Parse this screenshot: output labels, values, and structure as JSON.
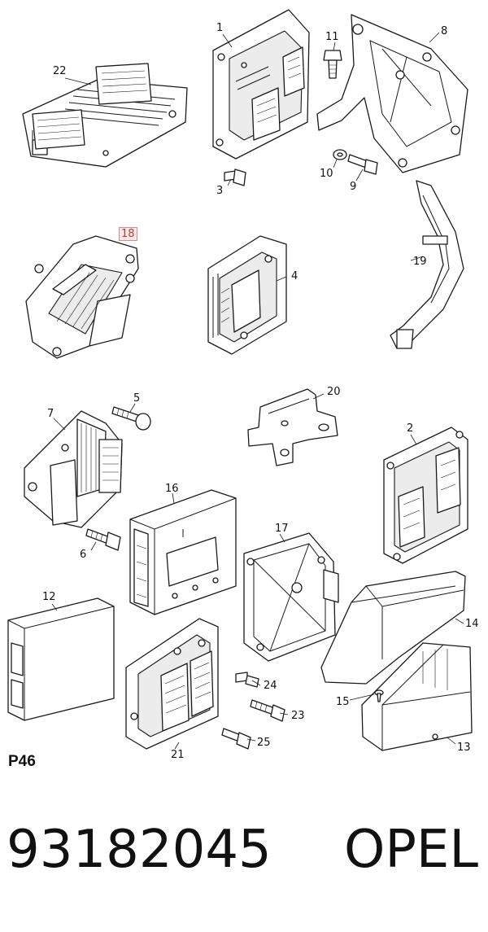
{
  "diagram": {
    "highlighted_part": "18",
    "parts": [
      {
        "id": "p1",
        "label": "1"
      },
      {
        "id": "p2",
        "label": "2"
      },
      {
        "id": "p3",
        "label": "3"
      },
      {
        "id": "p4",
        "label": "4"
      },
      {
        "id": "p5",
        "label": "5"
      },
      {
        "id": "p6",
        "label": "6"
      },
      {
        "id": "p7",
        "label": "7"
      },
      {
        "id": "p8",
        "label": "8"
      },
      {
        "id": "p9",
        "label": "9"
      },
      {
        "id": "p10",
        "label": "10"
      },
      {
        "id": "p11",
        "label": "11"
      },
      {
        "id": "p12",
        "label": "12"
      },
      {
        "id": "p13",
        "label": "13"
      },
      {
        "id": "p14",
        "label": "14"
      },
      {
        "id": "p15",
        "label": "15"
      },
      {
        "id": "p16",
        "label": "16"
      },
      {
        "id": "p17",
        "label": "17"
      },
      {
        "id": "p18",
        "label": "18"
      },
      {
        "id": "p19",
        "label": "19"
      },
      {
        "id": "p20",
        "label": "20"
      },
      {
        "id": "p21",
        "label": "21"
      },
      {
        "id": "p22",
        "label": "22"
      },
      {
        "id": "p23",
        "label": "23"
      },
      {
        "id": "p24",
        "label": "24"
      },
      {
        "id": "p25",
        "label": "25"
      }
    ],
    "page_code": "P46"
  },
  "footer": {
    "part_number": "93182045",
    "brand": "OPEL"
  }
}
